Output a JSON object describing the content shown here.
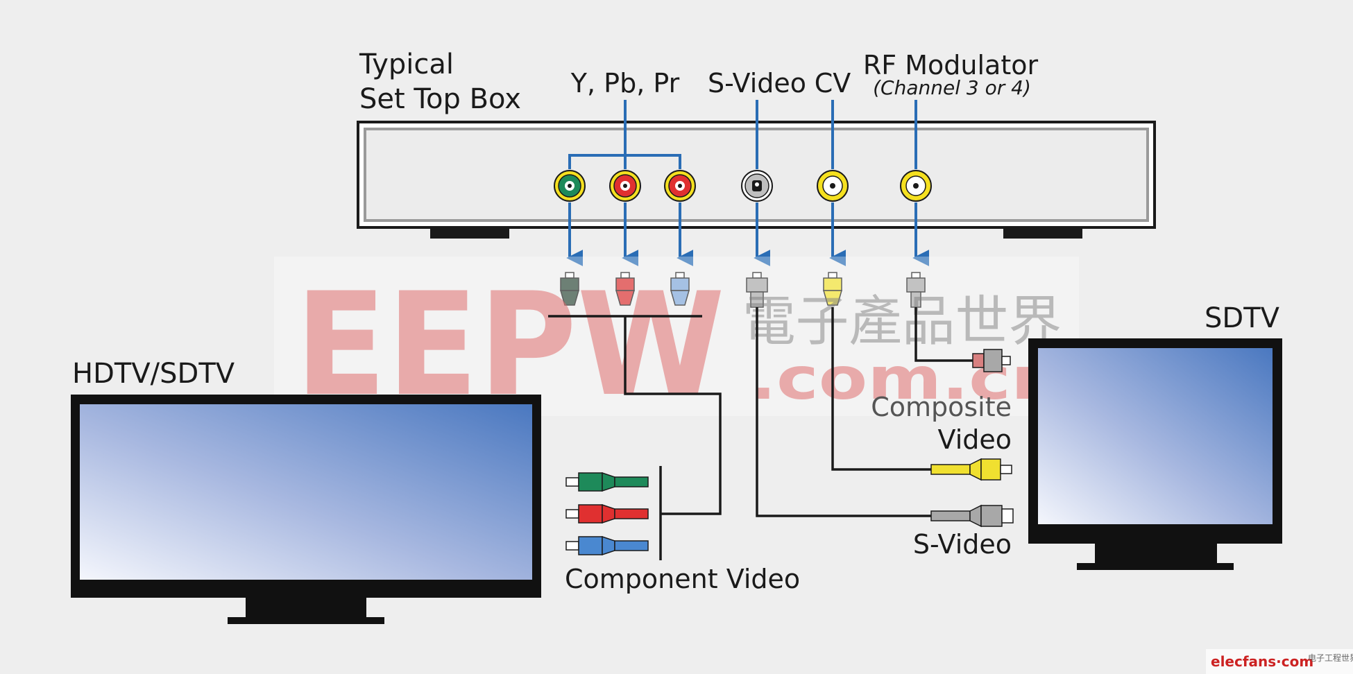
{
  "diagram": {
    "set_top_box_label": {
      "line1": "Typical",
      "line2": "Set Top Box"
    },
    "port_group_labels": {
      "component": "Y, Pb, Pr",
      "svideo": "S-Video",
      "cv": "CV",
      "rf": "RF Modulator",
      "rf_note": "(Channel 3 or 4)"
    },
    "hdtv_label": "HDTV/SDTV",
    "sdtv_label": "SDTV",
    "cable_labels": {
      "component": "Component Video",
      "composite_line1": "Composite",
      "composite_line2": "Video",
      "svideo": "S-Video"
    }
  },
  "watermark": {
    "brand": "EEPW",
    "chinese": "電子產品世界",
    "url": ".com.cn",
    "footer": "elecfans·com",
    "footer_cn": "电子工程世界"
  },
  "colors": {
    "background": "#eeeeee",
    "connector_line": "#2a6db5",
    "jack_green": "#1e8a5a",
    "jack_red": "#e03030",
    "jack_yellow": "#f5e020",
    "jack_silver": "#bfbfbf",
    "plug_green": "#2e4a3a",
    "plug_red": "#d83030",
    "plug_blue": "#7fa6d8",
    "plug_grey": "#a8a8a8",
    "plug_yellow": "#f0e030",
    "cable_green": "#1e8a5a",
    "cable_red": "#e03030",
    "cable_blue": "#4a88d0",
    "screen_light": "#f4f6fc",
    "screen_dark": "#4a78c0"
  }
}
